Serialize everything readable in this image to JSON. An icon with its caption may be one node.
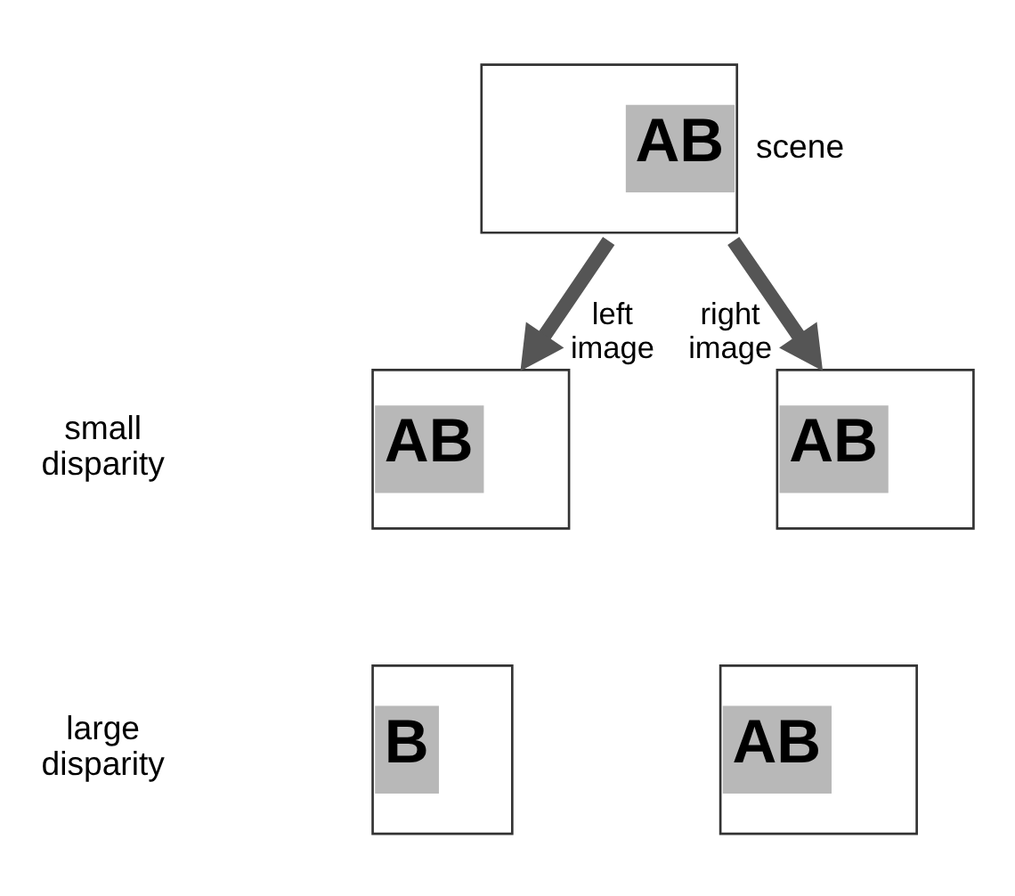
{
  "diagram": {
    "nodes": [
      {
        "text": [
          "AB"
        ],
        "beside": [
          "scene"
        ]
      },
      {
        "text": [
          "AB"
        ]
      },
      {
        "text": [
          "AB"
        ]
      },
      {
        "text": [
          "B"
        ]
      },
      {
        "text": [
          "AB"
        ]
      }
    ],
    "edges": [
      {
        "from": 0,
        "to": 1,
        "arrow": "to",
        "label": "left image"
      },
      {
        "from": 0,
        "to": 2,
        "arrow": "to",
        "label": "right image"
      }
    ],
    "labels": [
      "small disparity",
      "large disparity"
    ]
  }
}
